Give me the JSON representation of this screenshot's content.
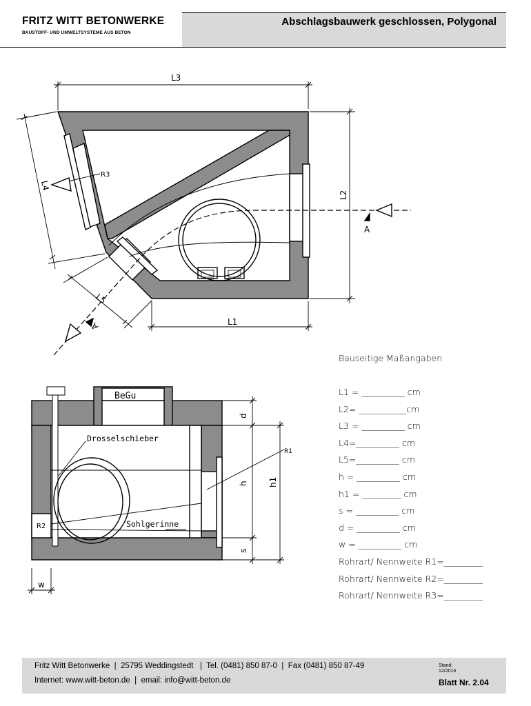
{
  "header": {
    "company": "FRITZ WITT BETONWERKE",
    "subtitle": "BAUSTOFF- UND UMWELTSYSTEME AUS BETON",
    "title": "Abschlagsbauwerk geschlossen, Polygonal"
  },
  "plan_labels": {
    "l1": "L1",
    "l2": "L2",
    "l3": "L3",
    "l4": "L4",
    "l5": "L5",
    "r3": "R3",
    "a_right": "A",
    "a_left": "A"
  },
  "section_labels": {
    "begu": "BeGu",
    "drosselschieber": "Drosselschieber",
    "sohlgerinne": "Sohlgerinne",
    "r1": "R1",
    "r2": "R2",
    "d": "d",
    "h": "h",
    "h1": "h1",
    "s": "s",
    "w": "w"
  },
  "spec": {
    "title": "Bauseitige Maßangaben",
    "rows": [
      "L1  =  __________  cm",
      "L2=  ___________cm",
      "L3 =  __________  cm",
      "L4=__________    cm",
      "L5=__________    cm",
      "h =  __________  cm",
      "h1  =  _________  cm",
      "s =  __________    cm",
      "d =  __________    cm",
      "w =  __________  cm",
      "Rohrart/ Nennweite R1=_________",
      "Rohrart/ Nennweite R2=_________",
      "Rohrart/ Nennweite R3=_________"
    ]
  },
  "footer": {
    "line1": "Fritz Witt Betonwerke  |  25795 Weddingstedt   |  Tel. (0481) 850 87-0  |  Fax (0481) 850 87-49",
    "line2": "Internet: www.witt-beton.de  |  email: info@witt-beton.de",
    "stand_label": "Stand:",
    "stand_date": "12/2016",
    "sheet": "Blatt Nr. 2.04"
  },
  "colors": {
    "wall": "#8c8c8c",
    "header_bg": "#d9d9d9"
  }
}
